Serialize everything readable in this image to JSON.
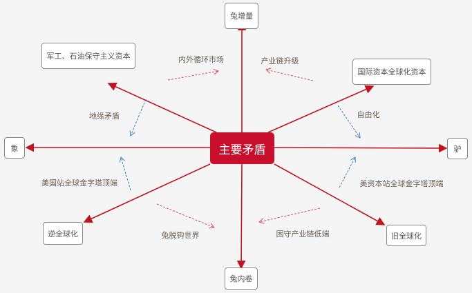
{
  "center": "主要矛盾",
  "nodes": {
    "top": "兔增量",
    "top_left": "军工、石油保守主义资本",
    "top_right": "国际资本全球化资本",
    "left": "象",
    "right": "驴",
    "bottom_left": "逆全球化",
    "bottom_right": "旧全球化",
    "bottom": "兔内卷"
  },
  "labels": {
    "inner_outer": "内外循环市场",
    "upgrade": "产业链升级",
    "geo": "地缘矛盾",
    "liberal": "自由化",
    "us_top": "美国站全球金字塔顶端",
    "capital_top": "美资本站全球金字塔顶端",
    "decouple": "兔脱钩世界",
    "low_end": "困守产业链低端"
  },
  "colors": {
    "main": "#c8102e",
    "pink_dash": "#d0505a",
    "blue_dash": "#3a7fc8"
  }
}
